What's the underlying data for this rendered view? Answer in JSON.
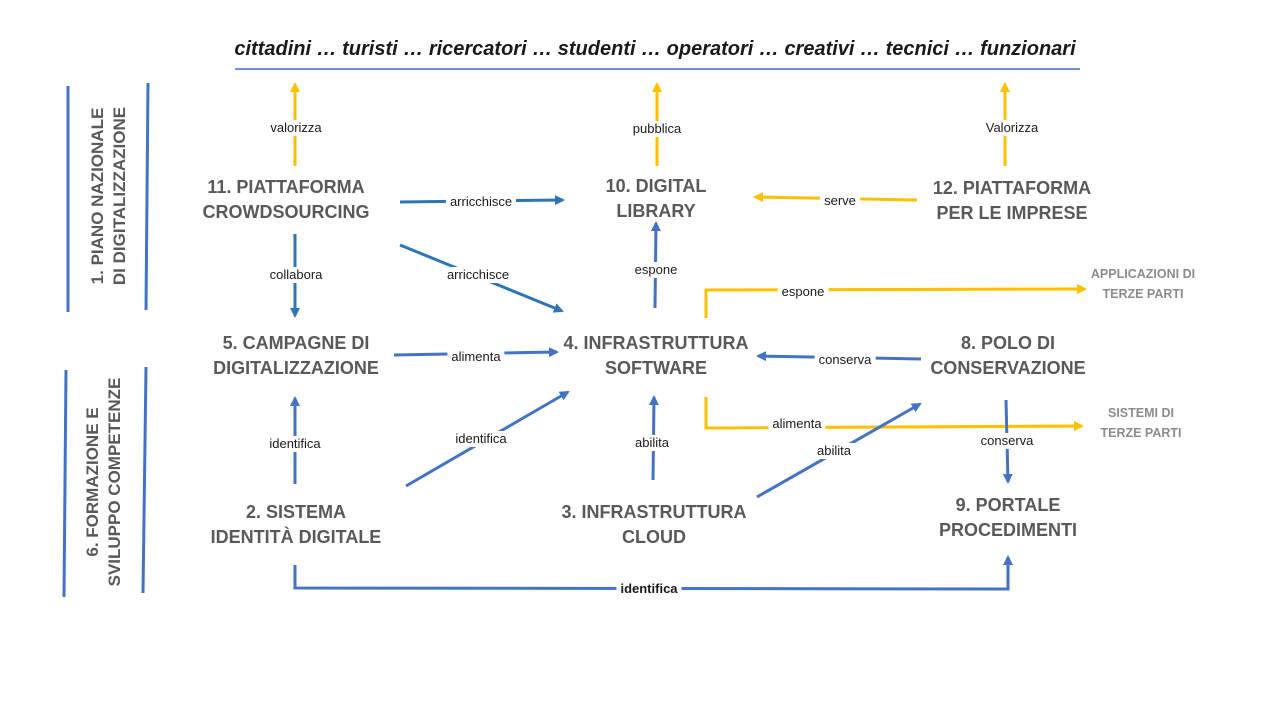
{
  "header": {
    "title": "cittadini … turisti … ricercatori … studenti … operatori … creativi … tecnici … funzionari"
  },
  "side_labels": {
    "piano": [
      "1. PIANO NAZIONALE",
      "DI DIGITALIZZAZIONE"
    ],
    "formazione": [
      "6. FORMAZIONE E",
      "SVILUPPO COMPETENZE"
    ]
  },
  "nodes": {
    "n11": [
      "11. PIATTAFORMA",
      "CROWDSOURCING"
    ],
    "n10": [
      "10. DIGITAL",
      "LIBRARY"
    ],
    "n12": [
      "12. PIATTAFORMA",
      "PER LE IMPRESE"
    ],
    "n5": [
      "5. CAMPAGNE DI",
      "DIGITALIZZAZIONE"
    ],
    "n4": [
      "4. INFRASTRUTTURA",
      "SOFTWARE"
    ],
    "n8": [
      "8. POLO DI",
      "CONSERVAZIONE"
    ],
    "n2": [
      "2. SISTEMA",
      "IDENTITÀ DIGITALE"
    ],
    "n3": [
      "3. INFRASTRUTTURA",
      "CLOUD"
    ],
    "n9": [
      "9. PORTALE",
      "PROCEDIMENTI"
    ]
  },
  "external": {
    "apps": [
      "APPLICAZIONI DI",
      "TERZE PARTI"
    ],
    "systems": [
      "SISTEMI DI",
      "TERZE PARTI"
    ]
  },
  "edges": {
    "valorizza_11": "valorizza",
    "pubblica": "pubblica",
    "valorizza_12": "Valorizza",
    "arricchisce_1": "arricchisce",
    "arricchisce_2": "arricchisce",
    "serve": "serve",
    "collabora": "collabora",
    "espone_1": "espone",
    "espone_2": "espone",
    "alimenta_1": "alimenta",
    "conserva_1": "conserva",
    "identifica_1": "identifica",
    "identifica_2": "identifica",
    "abilita_1": "abilita",
    "alimenta_2": "alimenta",
    "abilita_2": "abilita",
    "conserva_2": "conserva",
    "identifica_3": "identifica"
  },
  "colors": {
    "blue": "#4472C4",
    "blue_dark": "#2E75B6",
    "gold": "#FFC000",
    "title_rule": "#4472C4",
    "node_text": "#595959",
    "external_text": "#8C8C8C"
  }
}
